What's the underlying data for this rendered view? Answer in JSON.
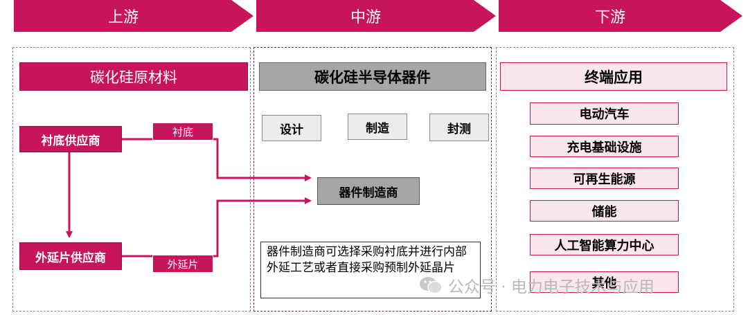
{
  "stages": {
    "upstream": "上游",
    "midstream": "中游",
    "downstream": "下游"
  },
  "upstream": {
    "header": "碳化硅原材料",
    "substrate_supplier": "衬底供应商",
    "epi_supplier": "外延片供应商",
    "substrate_tag": "衬底",
    "epi_tag": "外延片"
  },
  "midstream": {
    "header": "碳化硅半导体器件",
    "steps": [
      "设计",
      "制造",
      "封测"
    ],
    "device_maker": "器件制造商",
    "note": "器件制造商可选择采购衬底并进行内部外延工艺或者直接采购预制外延晶片"
  },
  "downstream": {
    "header": "终端应用",
    "applications": [
      "电动汽车",
      "充电基础设施",
      "可再生能源",
      "储能",
      "人工智能算力中心",
      "其他"
    ]
  },
  "watermark": "公众号 · 电力电子技术与应用",
  "colors": {
    "accent": "#c8145a",
    "gray": "#a6a6a6",
    "pink_light": "#fbe6ee"
  }
}
